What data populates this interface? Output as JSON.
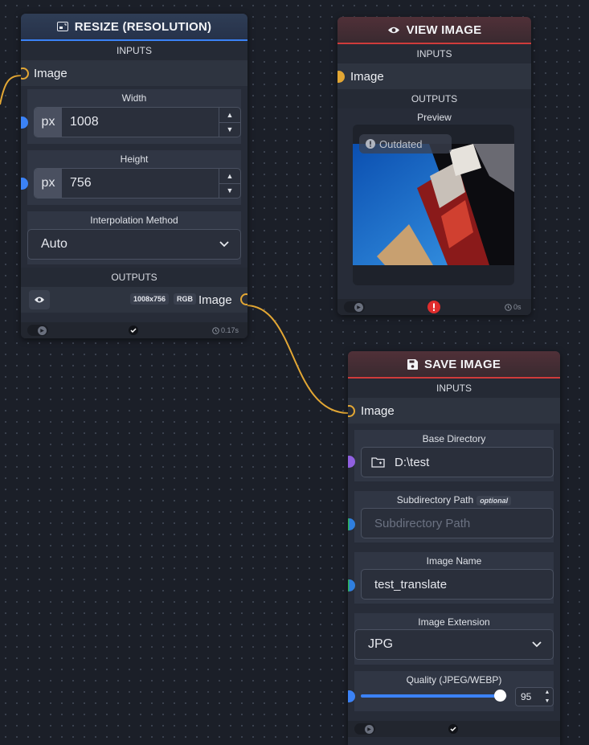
{
  "colors": {
    "image_port": "#e3a734",
    "number_port": "#3b82f6",
    "directory_port": "#9060e0",
    "accent_blue": "#3b82f6",
    "accent_red": "#d03b3b"
  },
  "resize": {
    "title": "RESIZE (RESOLUTION)",
    "icon": "image-resize-icon",
    "inputs_label": "INPUTS",
    "image_label": "Image",
    "width_label": "Width",
    "width_unit": "px",
    "width_value": "1008",
    "height_label": "Height",
    "height_unit": "px",
    "height_value": "756",
    "interp_label": "Interpolation Method",
    "interp_value": "Auto",
    "outputs_label": "OUTPUTS",
    "out_size_badge": "1008x756",
    "out_mode_badge": "RGB",
    "out_image_label": "Image",
    "timer": "0.17s"
  },
  "view": {
    "title": "VIEW IMAGE",
    "icon": "eye-icon",
    "inputs_label": "INPUTS",
    "image_label": "Image",
    "outputs_label": "OUTPUTS",
    "preview_label": "Preview",
    "outdated_label": "Outdated",
    "timer": "0s"
  },
  "save": {
    "title": "SAVE IMAGE",
    "icon": "floppy-disk-icon",
    "inputs_label": "INPUTS",
    "image_label": "Image",
    "base_dir_label": "Base Directory",
    "base_dir_value": "D:\\test",
    "subdir_label": "Subdirectory Path",
    "subdir_optional": "optional",
    "subdir_placeholder": "Subdirectory Path",
    "name_label": "Image Name",
    "name_value": "test_translate",
    "ext_label": "Image Extension",
    "ext_value": "JPG",
    "quality_label": "Quality (JPEG/WEBP)",
    "quality_value": "95",
    "quality_max": 100
  }
}
